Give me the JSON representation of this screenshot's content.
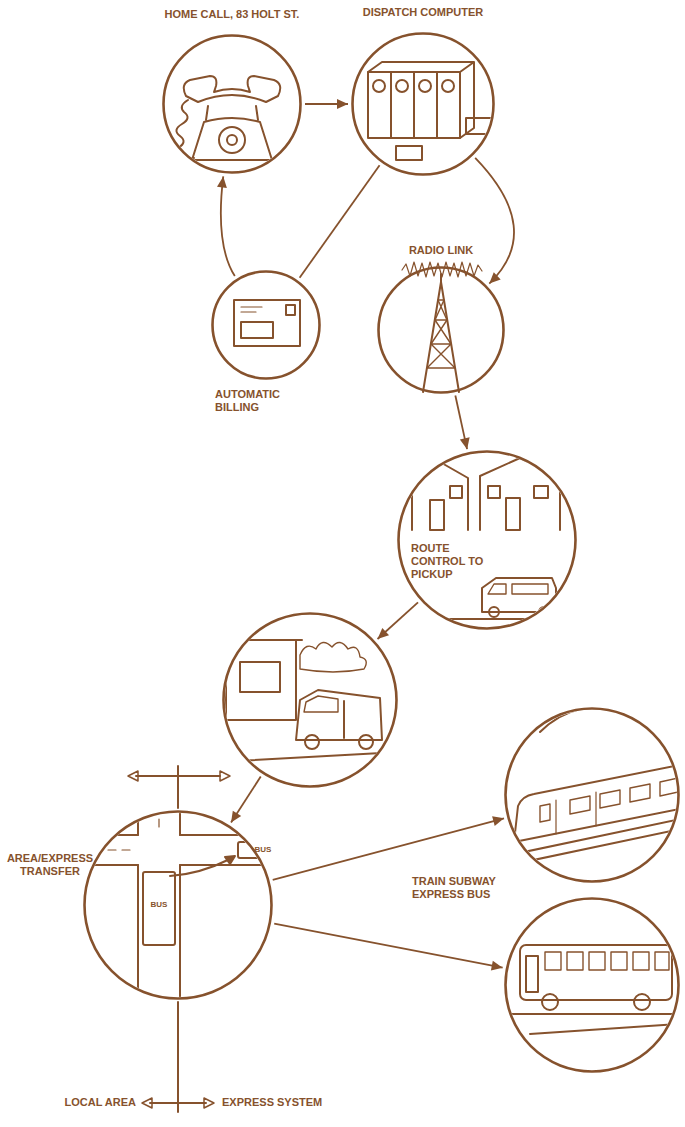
{
  "diagram": {
    "nodes": [
      {
        "text": [
          "HOME CALL, 83 HOLT ST."
        ]
      },
      {
        "text": [
          "DISPATCH COMPUTER"
        ]
      },
      {
        "text": [
          "AUTOMATIC BILLING"
        ]
      },
      {
        "text": [
          "RADIO LINK"
        ]
      },
      {
        "text": [
          "ROUTE CONTROL TO PICKUP"
        ]
      },
      {
        "text": []
      },
      {
        "text": [
          "AREA/EXPRESS TRANSFER",
          "BUS",
          "BUS"
        ]
      },
      {
        "text": []
      },
      {
        "text": [
          "TRAIN SUBWAY EXPRESS BUS"
        ]
      }
    ],
    "edges": [
      {
        "from": 0,
        "to": 1,
        "arrow": "to"
      },
      {
        "from": 1,
        "to": 3,
        "arrow": "to"
      },
      {
        "from": 1,
        "to": 2,
        "arrow": "none"
      },
      {
        "from": 2,
        "to": 0,
        "arrow": "to"
      },
      {
        "from": 3,
        "to": 4,
        "arrow": "to"
      },
      {
        "from": 4,
        "to": 5,
        "arrow": "to"
      },
      {
        "from": 5,
        "to": 6,
        "arrow": "to"
      },
      {
        "from": 6,
        "to": 7,
        "arrow": "to"
      },
      {
        "from": 6,
        "to": 8,
        "arrow": "to"
      }
    ],
    "labels": [
      "LOCAL AREA",
      "EXPRESS SYSTEM"
    ]
  }
}
